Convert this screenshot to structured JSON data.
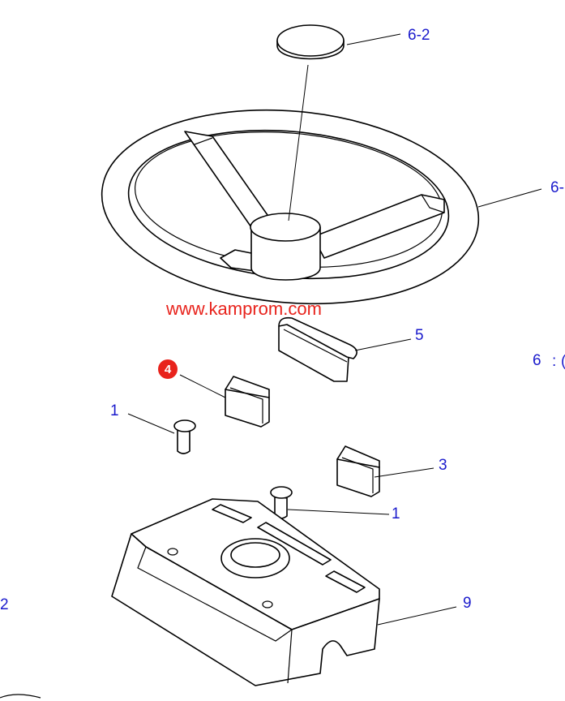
{
  "watermark": "www.kamprom.com",
  "callouts": {
    "c6_2": "6-2",
    "c6_1": "6-",
    "c5": "5",
    "c6": "6",
    "c6_colon": ":",
    "c6_trailing": "(",
    "c4": "4",
    "c1_left": "1",
    "c3": "3",
    "c1_right": "1",
    "c2": "2",
    "c9": "9"
  },
  "colors": {
    "callout_text": "#1a1acc",
    "watermark_text": "#e8231c",
    "highlight_badge": "#e8231c"
  }
}
